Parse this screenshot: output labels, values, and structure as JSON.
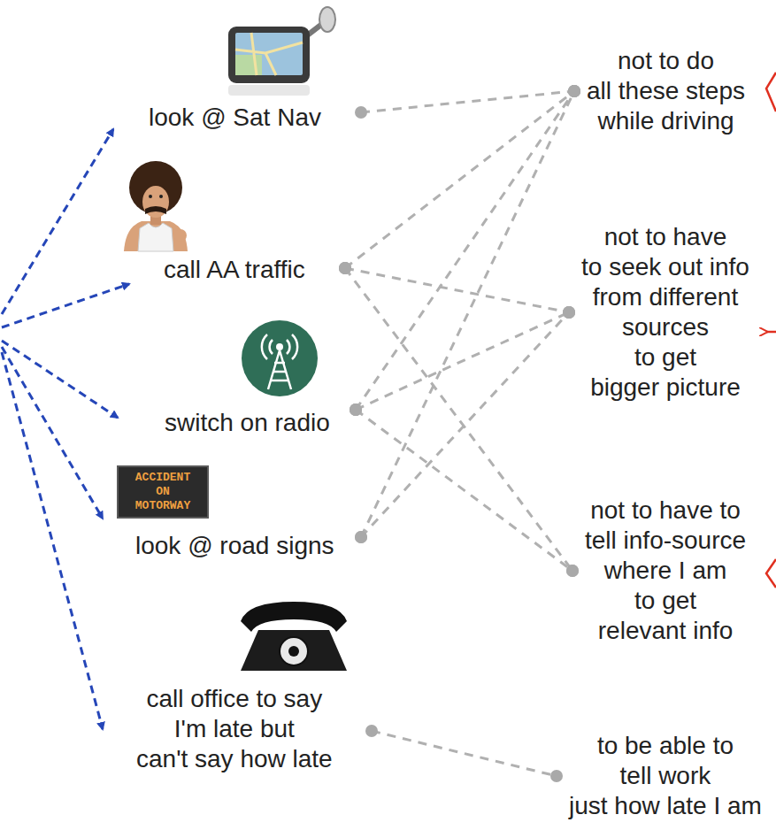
{
  "diagram": {
    "nodes": [
      {
        "text": [
          "look @ Sat Nav"
        ]
      },
      {
        "text": [
          "call AA traffic"
        ]
      },
      {
        "text": [
          "switch on radio"
        ]
      },
      {
        "text": [
          "look @ road signs"
        ]
      },
      {
        "text": [
          "call office to say I'm late but can't say how late"
        ]
      },
      {
        "text": [
          "not to do all these steps while driving"
        ]
      },
      {
        "text": [
          "not to have to seek out info from different sources to get bigger picture"
        ]
      },
      {
        "text": [
          "not to have to tell info-source where I am to get relevant info"
        ]
      },
      {
        "text": [
          "to be able to tell work just how late I am"
        ]
      }
    ],
    "edges": [
      {
        "from": 0,
        "to": 5,
        "arrow": "none"
      },
      {
        "from": 1,
        "to": 5,
        "arrow": "none"
      },
      {
        "from": 1,
        "to": 6,
        "arrow": "none"
      },
      {
        "from": 1,
        "to": 7,
        "arrow": "none"
      },
      {
        "from": 2,
        "to": 5,
        "arrow": "none"
      },
      {
        "from": 2,
        "to": 6,
        "arrow": "none"
      },
      {
        "from": 2,
        "to": 7,
        "arrow": "none"
      },
      {
        "from": 3,
        "to": 5,
        "arrow": "none"
      },
      {
        "from": 3,
        "to": 6,
        "arrow": "none"
      },
      {
        "from": 4,
        "to": 8,
        "arrow": "none"
      }
    ],
    "labels": [
      "ACCIDENT ON MOTORWAY"
    ]
  }
}
